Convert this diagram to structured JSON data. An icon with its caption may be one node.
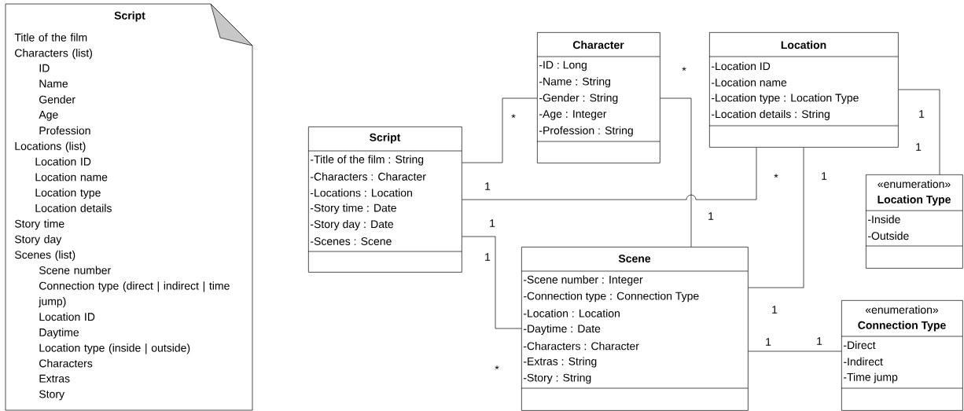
{
  "diagram": {
    "nodes": [
      {
        "text": [
          "Script",
          "Title of the film",
          "Characters (list)",
          "ID",
          "Name",
          "Gender",
          "Age",
          "Profession",
          "Locations (list)",
          "Location ID",
          "Location name",
          "Location type",
          "Location details",
          "Story time",
          "Story day",
          "Scenes (list)",
          "Scene number",
          "Connection type (direct | indirect | time jump)",
          "Location ID",
          "Daytime",
          "Location type (inside | outside)",
          "Characters",
          "Extras",
          "Story"
        ]
      },
      {
        "text": [
          "Character",
          "-ID : Long",
          "-Name : String",
          "-Gender : String",
          "-Age : Integer",
          "-Profession : String"
        ]
      },
      {
        "text": [
          "Location",
          "-Location ID",
          "-Location name",
          "-Location type : Location Type",
          "-Location details : String"
        ]
      },
      {
        "text": [
          "Script",
          "-Title of the film : String",
          "-Characters : Character",
          "-Locations : Location",
          "-Story time : Date",
          "-Story day : Date",
          "-Scenes : Scene"
        ]
      },
      {
        "text": [
          "«enumeration»",
          "Location Type",
          "-Inside",
          "-Outside"
        ]
      },
      {
        "text": [
          "Scene",
          "-Scene number : Integer",
          "-Connection type : Connection Type",
          "-Location : Location",
          "-Daytime : Date",
          "-Characters : Character",
          "-Extras : String",
          "-Story : String"
        ]
      },
      {
        "text": [
          "«enumeration»",
          "Connection Type",
          "-Direct",
          "-Indirect",
          "-Time jump"
        ]
      }
    ],
    "edges": [
      {
        "from": 3,
        "to": 1,
        "arrow": "none"
      },
      {
        "from": 3,
        "to": 2,
        "arrow": "none"
      },
      {
        "from": 1,
        "to": 5,
        "arrow": "none"
      },
      {
        "from": 3,
        "to": 5,
        "arrow": "none"
      },
      {
        "from": 2,
        "to": 5,
        "arrow": "none"
      },
      {
        "from": 2,
        "to": 4,
        "arrow": "none"
      },
      {
        "from": 5,
        "to": 6,
        "arrow": "none"
      }
    ],
    "labels": [
      "*",
      "1",
      "*",
      "1",
      "*",
      "1",
      "1",
      "1",
      "1",
      "1",
      "1",
      "1",
      "1",
      "*"
    ]
  }
}
